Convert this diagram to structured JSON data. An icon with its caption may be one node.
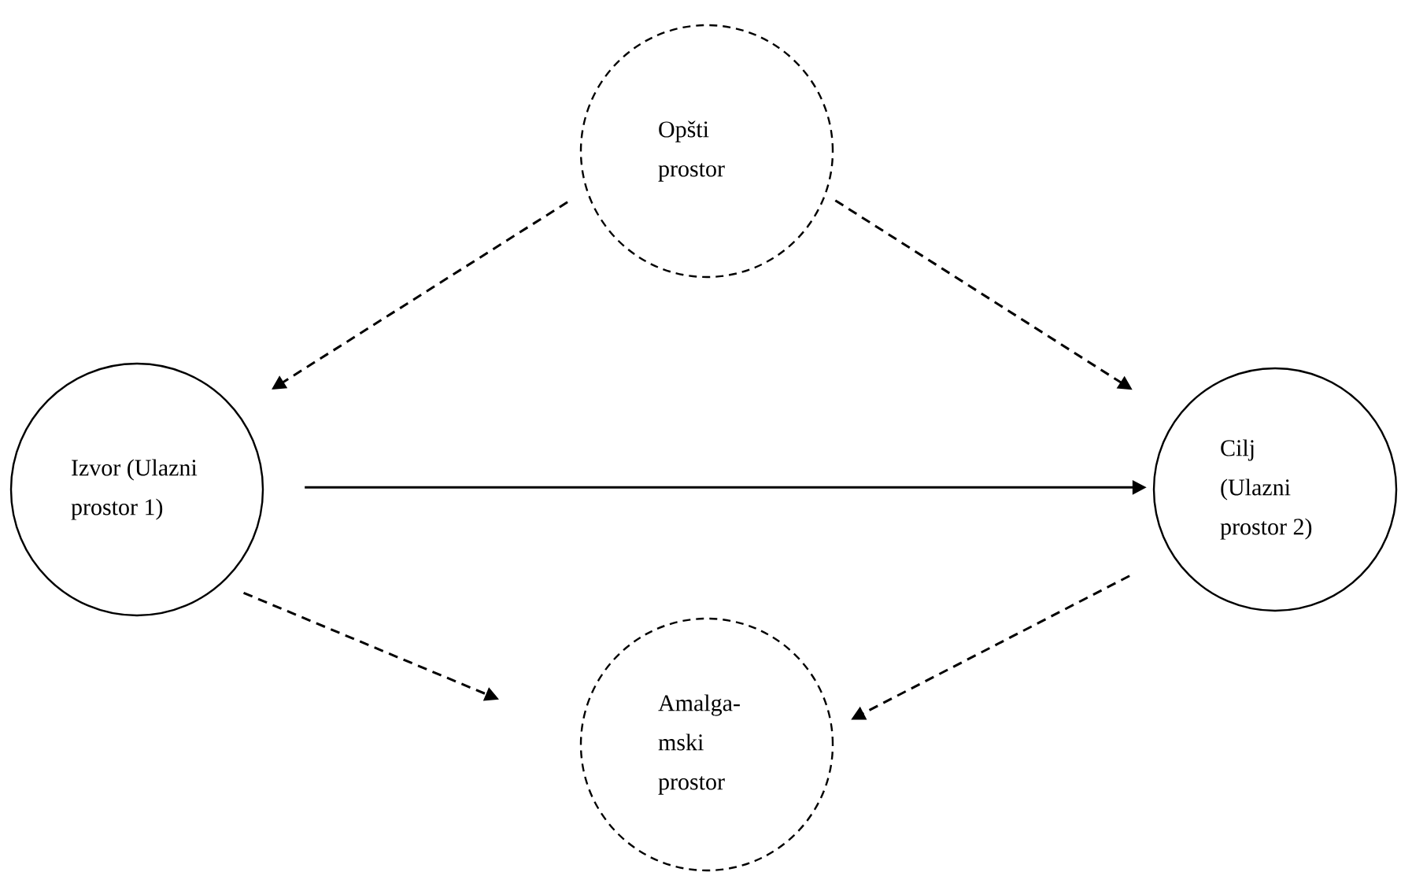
{
  "diagram": {
    "nodes": [
      {
        "text": [
          "Opšti prostor"
        ]
      },
      {
        "text": [
          "Izvor (Ulazni prostor 1)"
        ]
      },
      {
        "text": [
          "Cilj (Ulazni prostor 2)"
        ]
      },
      {
        "text": [
          "Amalga- mski prostor"
        ]
      }
    ],
    "edges": [
      {
        "from": 0,
        "to": 1,
        "arrow": "to",
        "style": "dashed"
      },
      {
        "from": 0,
        "to": 2,
        "arrow": "to",
        "style": "dashed"
      },
      {
        "from": 1,
        "to": 2,
        "arrow": "to"
      },
      {
        "from": 1,
        "to": 3,
        "arrow": "to",
        "style": "dashed"
      },
      {
        "from": 2,
        "to": 3,
        "arrow": "to",
        "style": "dashed"
      }
    ]
  }
}
